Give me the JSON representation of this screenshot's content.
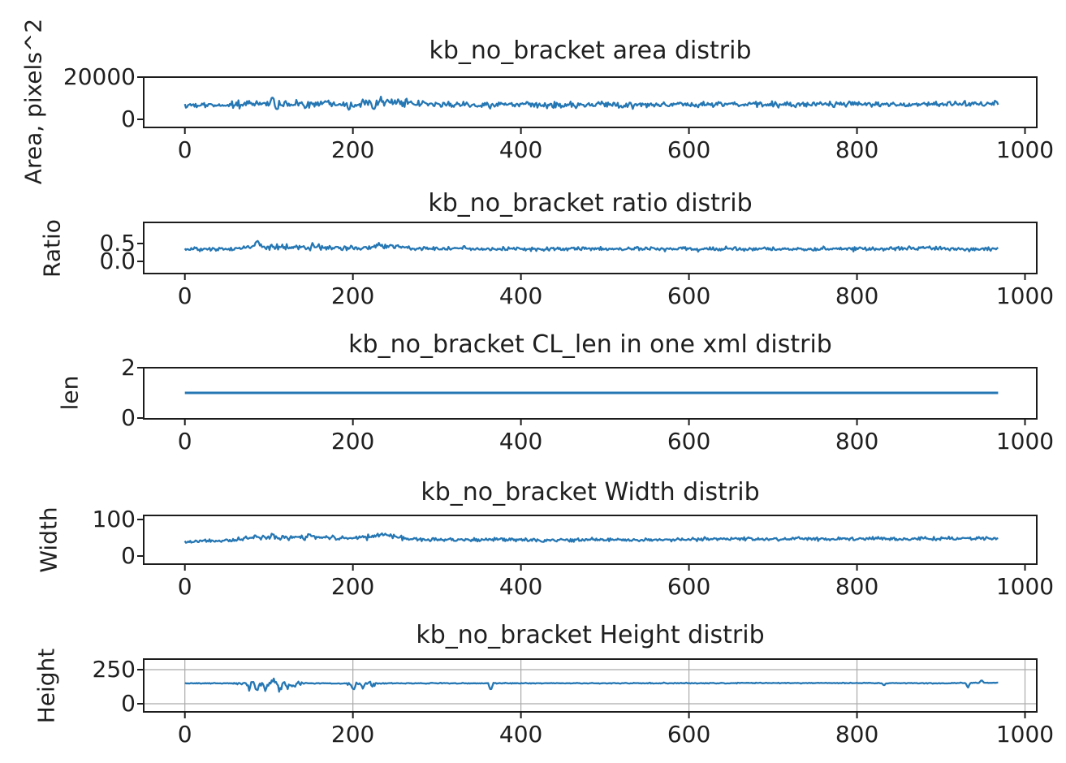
{
  "figure": {
    "background": "#ffffff",
    "axis_color": "#1c1c1c",
    "text_color": "#1f1f1f",
    "grid_color": "#ababab",
    "line_color": "#2577b4"
  },
  "chart_data": [
    {
      "type": "line",
      "title": "kb_no_bracket area distrib",
      "ylabel": "Area, pixels^2",
      "xlabel": "",
      "xticks": [
        0,
        200,
        400,
        600,
        800,
        1000
      ],
      "yticks": [
        0,
        20000
      ],
      "ytick_labels": [
        "0",
        "20000"
      ],
      "xlim": [
        -49,
        1014
      ],
      "ylim": [
        -3850,
        20000
      ],
      "grid": false,
      "legend": false,
      "line_color": "#2577b4",
      "series": {
        "name": "area",
        "x_start": 0,
        "x_end": 968,
        "n_points": 760,
        "baseline_keypoints": [
          [
            0,
            6500
          ],
          [
            40,
            6600
          ],
          [
            60,
            7000
          ],
          [
            100,
            7500
          ],
          [
            110,
            7300
          ],
          [
            150,
            7200
          ],
          [
            170,
            7800
          ],
          [
            200,
            7300
          ],
          [
            230,
            8300
          ],
          [
            245,
            8600
          ],
          [
            260,
            7500
          ],
          [
            300,
            7000
          ],
          [
            340,
            6900
          ],
          [
            380,
            7000
          ],
          [
            420,
            6700
          ],
          [
            460,
            6800
          ],
          [
            500,
            6900
          ],
          [
            540,
            6700
          ],
          [
            580,
            6900
          ],
          [
            620,
            7000
          ],
          [
            660,
            7100
          ],
          [
            700,
            7000
          ],
          [
            740,
            7200
          ],
          [
            780,
            7100
          ],
          [
            820,
            7300
          ],
          [
            860,
            7100
          ],
          [
            900,
            7200
          ],
          [
            940,
            7400
          ],
          [
            968,
            7300
          ]
        ],
        "noise_sd": 650,
        "noise_zones": [
          {
            "from": 55,
            "to": 265,
            "sd": 950
          }
        ],
        "spikes": [
          [
            104,
            3500
          ],
          [
            108,
            -2300
          ],
          [
            127,
            -1700
          ],
          [
            178,
            1500
          ],
          [
            196,
            -2400
          ],
          [
            225,
            -2100
          ],
          [
            233,
            1800
          ],
          [
            363,
            -1400
          ],
          [
            520,
            -900
          ],
          [
            772,
            -1100
          ],
          [
            920,
            -1200
          ]
        ]
      }
    },
    {
      "type": "line",
      "title": "kb_no_bracket ratio distrib",
      "ylabel": "Ratio",
      "xlabel": "",
      "xticks": [
        0,
        200,
        400,
        600,
        800,
        1000
      ],
      "yticks": [
        0.0,
        0.5
      ],
      "ytick_labels": [
        "0.0",
        "0.5"
      ],
      "xlim": [
        -49,
        1014
      ],
      "ylim": [
        -0.34,
        1.09
      ],
      "grid": false,
      "legend": false,
      "line_color": "#2577b4",
      "series": {
        "name": "ratio",
        "x_start": 0,
        "x_end": 968,
        "n_points": 760,
        "baseline_keypoints": [
          [
            0,
            0.33
          ],
          [
            50,
            0.335
          ],
          [
            70,
            0.38
          ],
          [
            85,
            0.44
          ],
          [
            95,
            0.4
          ],
          [
            120,
            0.4
          ],
          [
            140,
            0.38
          ],
          [
            160,
            0.4
          ],
          [
            185,
            0.36
          ],
          [
            210,
            0.38
          ],
          [
            230,
            0.42
          ],
          [
            250,
            0.42
          ],
          [
            270,
            0.37
          ],
          [
            300,
            0.355
          ],
          [
            350,
            0.35
          ],
          [
            400,
            0.345
          ],
          [
            450,
            0.35
          ],
          [
            500,
            0.35
          ],
          [
            550,
            0.345
          ],
          [
            600,
            0.35
          ],
          [
            650,
            0.345
          ],
          [
            700,
            0.35
          ],
          [
            750,
            0.35
          ],
          [
            800,
            0.355
          ],
          [
            850,
            0.36
          ],
          [
            880,
            0.375
          ],
          [
            900,
            0.36
          ],
          [
            940,
            0.35
          ],
          [
            968,
            0.345
          ]
        ],
        "noise_sd": 0.026,
        "noise_zones": [
          {
            "from": 60,
            "to": 260,
            "sd": 0.038
          }
        ],
        "spikes": [
          [
            86,
            0.1
          ],
          [
            92,
            0.07
          ],
          [
            152,
            0.05
          ],
          [
            231,
            0.07
          ],
          [
            246,
            0.06
          ],
          [
            332,
            0.05
          ],
          [
            594,
            0.04
          ],
          [
            862,
            0.05
          ],
          [
            934,
            -0.05
          ]
        ]
      }
    },
    {
      "type": "line",
      "title": "kb_no_bracket CL_len in one xml distrib",
      "ylabel": "len",
      "xlabel": "",
      "xticks": [
        0,
        200,
        400,
        600,
        800,
        1000
      ],
      "yticks": [
        0,
        2
      ],
      "ytick_labels": [
        "0",
        "2"
      ],
      "xlim": [
        -49,
        1014
      ],
      "ylim": [
        -0.032,
        2.0
      ],
      "grid": false,
      "legend": false,
      "line_color": "#2577b4",
      "series": {
        "name": "CL_len",
        "x_start": 0,
        "x_end": 968,
        "n_points": 400,
        "baseline_keypoints": [
          [
            0,
            1
          ],
          [
            968,
            1
          ]
        ],
        "noise_sd": 0,
        "noise_zones": [],
        "spikes": []
      }
    },
    {
      "type": "line",
      "title": "kb_no_bracket Width distrib",
      "ylabel": "Width",
      "xlabel": "",
      "xticks": [
        0,
        200,
        400,
        600,
        800,
        1000
      ],
      "yticks": [
        0,
        100
      ],
      "ytick_labels": [
        "0",
        "100"
      ],
      "xlim": [
        -49,
        1014
      ],
      "ylim": [
        -22.2,
        111.1
      ],
      "grid": false,
      "legend": false,
      "line_color": "#2577b4",
      "series": {
        "name": "width",
        "x_start": 0,
        "x_end": 968,
        "n_points": 760,
        "baseline_keypoints": [
          [
            0,
            40
          ],
          [
            40,
            41
          ],
          [
            60,
            45
          ],
          [
            80,
            50
          ],
          [
            100,
            49
          ],
          [
            130,
            50
          ],
          [
            150,
            52
          ],
          [
            170,
            50
          ],
          [
            200,
            49
          ],
          [
            220,
            52
          ],
          [
            235,
            57
          ],
          [
            250,
            54
          ],
          [
            270,
            47
          ],
          [
            300,
            45
          ],
          [
            340,
            44
          ],
          [
            380,
            45
          ],
          [
            420,
            43
          ],
          [
            460,
            44
          ],
          [
            500,
            45
          ],
          [
            540,
            44
          ],
          [
            580,
            45
          ],
          [
            620,
            46
          ],
          [
            660,
            46
          ],
          [
            700,
            46
          ],
          [
            740,
            47
          ],
          [
            780,
            47
          ],
          [
            820,
            48
          ],
          [
            860,
            47
          ],
          [
            900,
            48
          ],
          [
            940,
            49
          ],
          [
            968,
            48
          ]
        ],
        "noise_sd": 2.3,
        "noise_zones": [
          {
            "from": 55,
            "to": 265,
            "sd": 3.2
          }
        ],
        "spikes": [
          [
            104,
            9
          ],
          [
            148,
            7
          ],
          [
            240,
            6
          ],
          [
            424,
            -5
          ],
          [
            922,
            -4
          ]
        ]
      }
    },
    {
      "type": "line",
      "title": "kb_no_bracket Height distrib",
      "ylabel": "Height",
      "xlabel": "",
      "xticks": [
        0,
        200,
        400,
        600,
        800,
        1000
      ],
      "yticks": [
        0,
        250
      ],
      "ytick_labels": [
        "0",
        "250"
      ],
      "xlim": [
        -49,
        1014
      ],
      "ylim": [
        -59.5,
        327.4
      ],
      "grid": true,
      "legend": false,
      "line_color": "#2577b4",
      "series": {
        "name": "height",
        "x_start": 0,
        "x_end": 968,
        "n_points": 760,
        "baseline_keypoints": [
          [
            0,
            150
          ],
          [
            60,
            150
          ],
          [
            70,
            148
          ],
          [
            90,
            142
          ],
          [
            110,
            148
          ],
          [
            130,
            146
          ],
          [
            140,
            150
          ],
          [
            200,
            148
          ],
          [
            215,
            150
          ],
          [
            360,
            150
          ],
          [
            500,
            150
          ],
          [
            700,
            152
          ],
          [
            800,
            152
          ],
          [
            900,
            150
          ],
          [
            968,
            155
          ]
        ],
        "noise_sd": 1.6,
        "noise_zones": [
          {
            "from": 62,
            "to": 140,
            "sd": 9
          },
          {
            "from": 192,
            "to": 228,
            "sd": 8
          }
        ],
        "spikes": [
          [
            76,
            -40
          ],
          [
            86,
            -52
          ],
          [
            96,
            -44
          ],
          [
            106,
            30
          ],
          [
            113,
            -55
          ],
          [
            122,
            -38
          ],
          [
            130,
            -28
          ],
          [
            201,
            -50
          ],
          [
            211,
            -40
          ],
          [
            224,
            -20
          ],
          [
            364,
            -55
          ],
          [
            832,
            -18
          ],
          [
            932,
            -35
          ],
          [
            948,
            20
          ]
        ]
      }
    }
  ]
}
